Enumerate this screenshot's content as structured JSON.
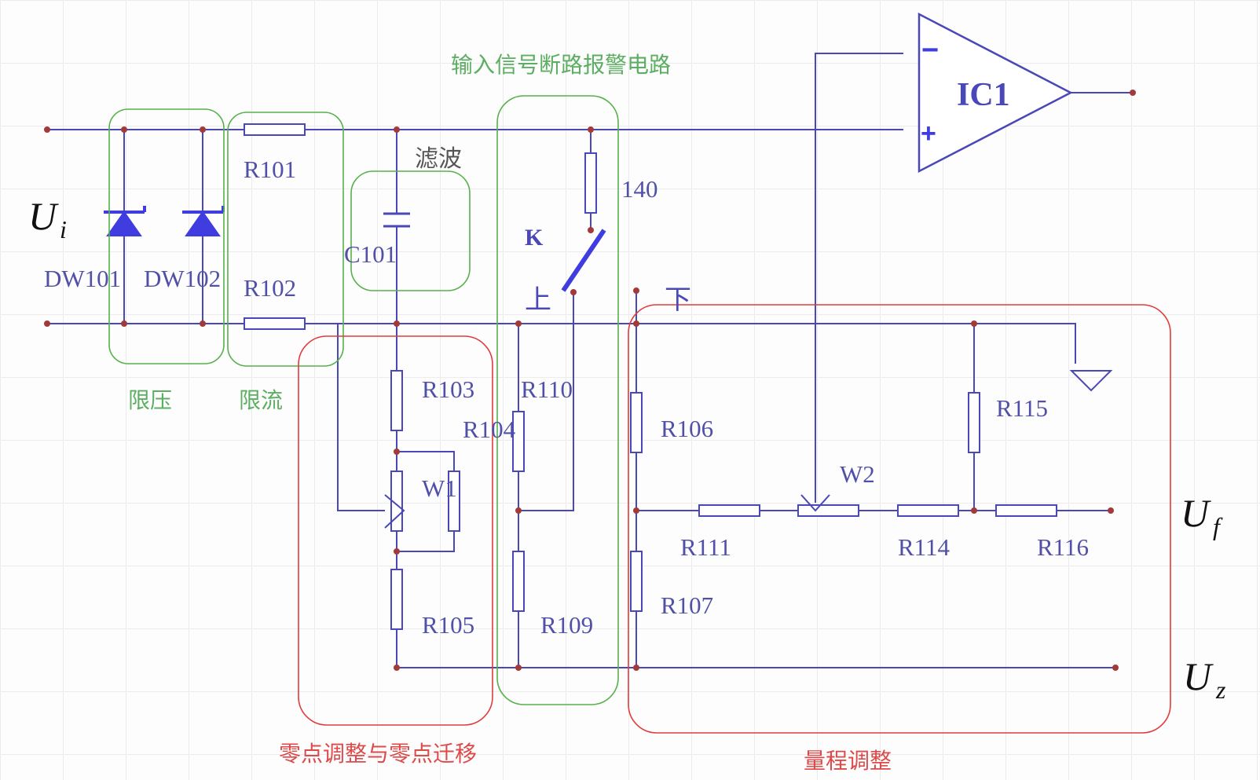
{
  "title": "输入信号断路报警电路",
  "input_label": {
    "main": "U",
    "sub": "i"
  },
  "output_f_label": {
    "main": "U",
    "sub": "f"
  },
  "output_z_label": {
    "main": "U",
    "sub": "z"
  },
  "ic": {
    "label": "IC1",
    "minus": "−",
    "plus": "+"
  },
  "switch": {
    "label": "K",
    "up": "上",
    "down": "下"
  },
  "filter_label": "滤波",
  "group_labels": {
    "voltage_limit": "限压",
    "current_limit": "限流",
    "zero_adjust": "零点调整与零点迁移",
    "range_adjust": "量程调整"
  },
  "components": {
    "dw101": "DW101",
    "dw102": "DW102",
    "r101": "R101",
    "r102": "R102",
    "c101": "C101",
    "r140": "140",
    "r103": "R103",
    "r104": "R104",
    "w1": "W1",
    "r105": "R105",
    "r110": "R110",
    "r109": "R109",
    "r106": "R106",
    "r107": "R107",
    "r111": "R111",
    "w2": "W2",
    "r114": "R114",
    "r115": "R115",
    "r116": "R116"
  },
  "colors": {
    "wire": "#4a47b8",
    "node": "#a33a3a",
    "green_box": "#58b04c",
    "red_box": "#e03c3c"
  }
}
